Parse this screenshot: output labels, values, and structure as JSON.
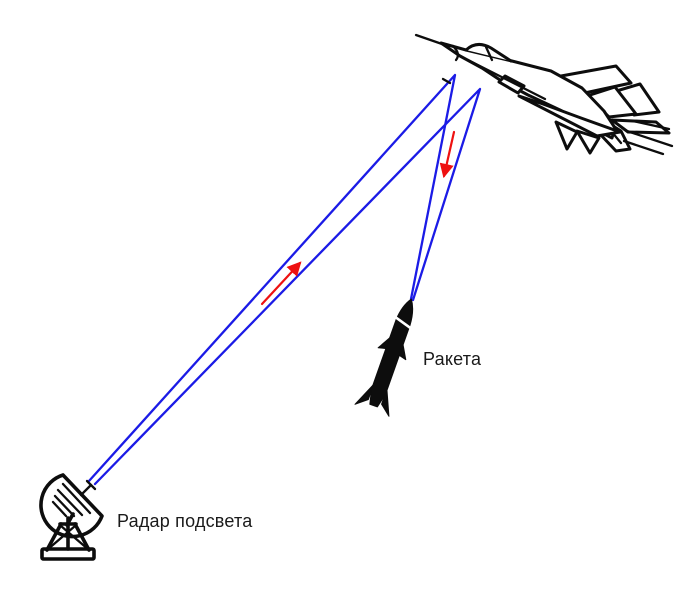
{
  "diagram": {
    "type": "schematic",
    "labels": {
      "radar": "Радар подсвета",
      "missile": "Ракета"
    },
    "icons": {
      "aircraft": "fighter-jet-icon",
      "missile": "missile-icon",
      "radar": "radar-dish-tower-icon"
    },
    "colors": {
      "beam": "#1b1be6",
      "arrow": "#ee1111",
      "ink": "#0d0d0d",
      "label": "#1a1a1a",
      "background": "#ffffff"
    },
    "beams": [
      {
        "id": "radar-to-aircraft",
        "style": "double-line",
        "arrow_direction": "toward-aircraft"
      },
      {
        "id": "aircraft-to-missile",
        "style": "double-line",
        "arrow_direction": "toward-missile"
      }
    ]
  }
}
